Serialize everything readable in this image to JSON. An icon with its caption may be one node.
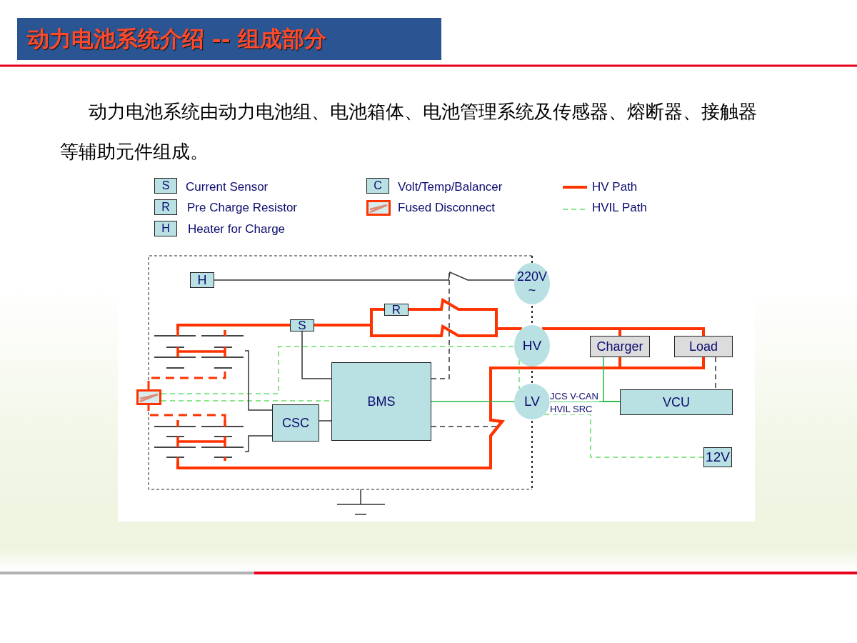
{
  "diagram": {
    "title": "动力电池系统介绍 -- 组成部分",
    "nodes": [
      {
        "text": [
          "H"
        ]
      },
      {
        "text": [
          "220V ~"
        ]
      },
      {
        "text": [
          "R"
        ]
      },
      {
        "text": [
          "S"
        ]
      },
      {
        "text": [
          "HV"
        ]
      },
      {
        "text": [
          "Charger"
        ]
      },
      {
        "text": [
          "Load"
        ]
      },
      {
        "text": [
          "BMS"
        ]
      },
      {
        "text": [
          "LV"
        ]
      },
      {
        "text": [
          "VCU"
        ]
      },
      {
        "text": [
          "CSC"
        ]
      },
      {
        "text": [
          "12V"
        ]
      },
      {
        "text": [],
        "shape": "box"
      },
      {
        "text": [],
        "shape": "picture"
      },
      {
        "text": [],
        "shape": "picture"
      }
    ],
    "edges": [
      {
        "from": 0,
        "to": 1,
        "arrow": "none",
        "color": "#333333"
      },
      {
        "from": 13,
        "to": 3,
        "arrow": "none",
        "style": "thick",
        "color": "#ff3300"
      },
      {
        "from": 3,
        "to": 2,
        "arrow": "none",
        "style": "thick",
        "color": "#ff3300"
      },
      {
        "from": 2,
        "to": 4,
        "arrow": "none",
        "style": "thick",
        "color": "#ff3300"
      },
      {
        "from": 3,
        "to": 4,
        "arrow": "none",
        "style": "thick",
        "color": "#ff3300"
      },
      {
        "from": 4,
        "to": 5,
        "arrow": "none",
        "style": "thick",
        "color": "#ff3300"
      },
      {
        "from": 4,
        "to": 6,
        "arrow": "none",
        "style": "thick",
        "color": "#ff3300"
      },
      {
        "from": 14,
        "to": 6,
        "arrow": "none",
        "style": "thick",
        "color": "#ff3300"
      },
      {
        "from": 14,
        "to": 5,
        "arrow": "none",
        "style": "thick",
        "color": "#ff3300"
      },
      {
        "from": 13,
        "to": 12,
        "arrow": "none",
        "style": "dashed",
        "color": "#ff3300"
      },
      {
        "from": 14,
        "to": 12,
        "arrow": "none",
        "style": "dashed",
        "color": "#ff3300"
      },
      {
        "from": 12,
        "to": 4,
        "arrow": "none",
        "style": "dashed",
        "color": "#66dd66"
      },
      {
        "from": 12,
        "to": 7,
        "arrow": "none",
        "style": "dashed",
        "color": "#66dd66"
      },
      {
        "from": 7,
        "to": 8,
        "arrow": "none",
        "color": "#22bb44"
      },
      {
        "from": 8,
        "to": 9,
        "arrow": "none",
        "label": "JCS V-CAN",
        "color": "#22bb44"
      },
      {
        "from": 5,
        "to": 9,
        "arrow": "none",
        "color": "#22bb44"
      },
      {
        "from": 4,
        "to": 8,
        "arrow": "none",
        "style": "dashed",
        "color": "#66dd66"
      },
      {
        "from": 8,
        "to": 11,
        "arrow": "none",
        "label": "HVIL SRC",
        "style": "dashed",
        "color": "#66dd66"
      },
      {
        "from": 3,
        "to": 7,
        "arrow": "none",
        "color": "#333333"
      },
      {
        "from": 10,
        "to": 7,
        "arrow": "none",
        "color": "#333333"
      },
      {
        "from": 6,
        "to": 9,
        "arrow": "none",
        "style": "dashed",
        "color": "#333333"
      },
      {
        "from": 13,
        "to": 10,
        "arrow": "none",
        "color": "#333333"
      },
      {
        "from": 14,
        "to": 10,
        "arrow": "none",
        "color": "#333333"
      },
      {
        "from": 7,
        "to": null,
        "arrow": "none",
        "style": "dashed",
        "color": "#333333"
      },
      {
        "from": 7,
        "to": null,
        "arrow": "none",
        "style": "dashed",
        "color": "#333333"
      }
    ],
    "labels": [
      "动力电池系统由动力电池组、电池箱体、电池管理系统及传感器、熔断器、接触器等辅助元件组成。",
      "S",
      "C",
      "R",
      "H"
    ],
    "legend": [
      {
        "text": "Current Sensor"
      },
      {
        "text": "Volt/Temp/Balancer"
      },
      {
        "text": "HV Path"
      },
      {
        "text": "Pre Charge Resistor"
      },
      {
        "text": "Fused Disconnect"
      },
      {
        "text": "HVIL Path"
      },
      {
        "text": "Heater for Charge"
      }
    ]
  }
}
